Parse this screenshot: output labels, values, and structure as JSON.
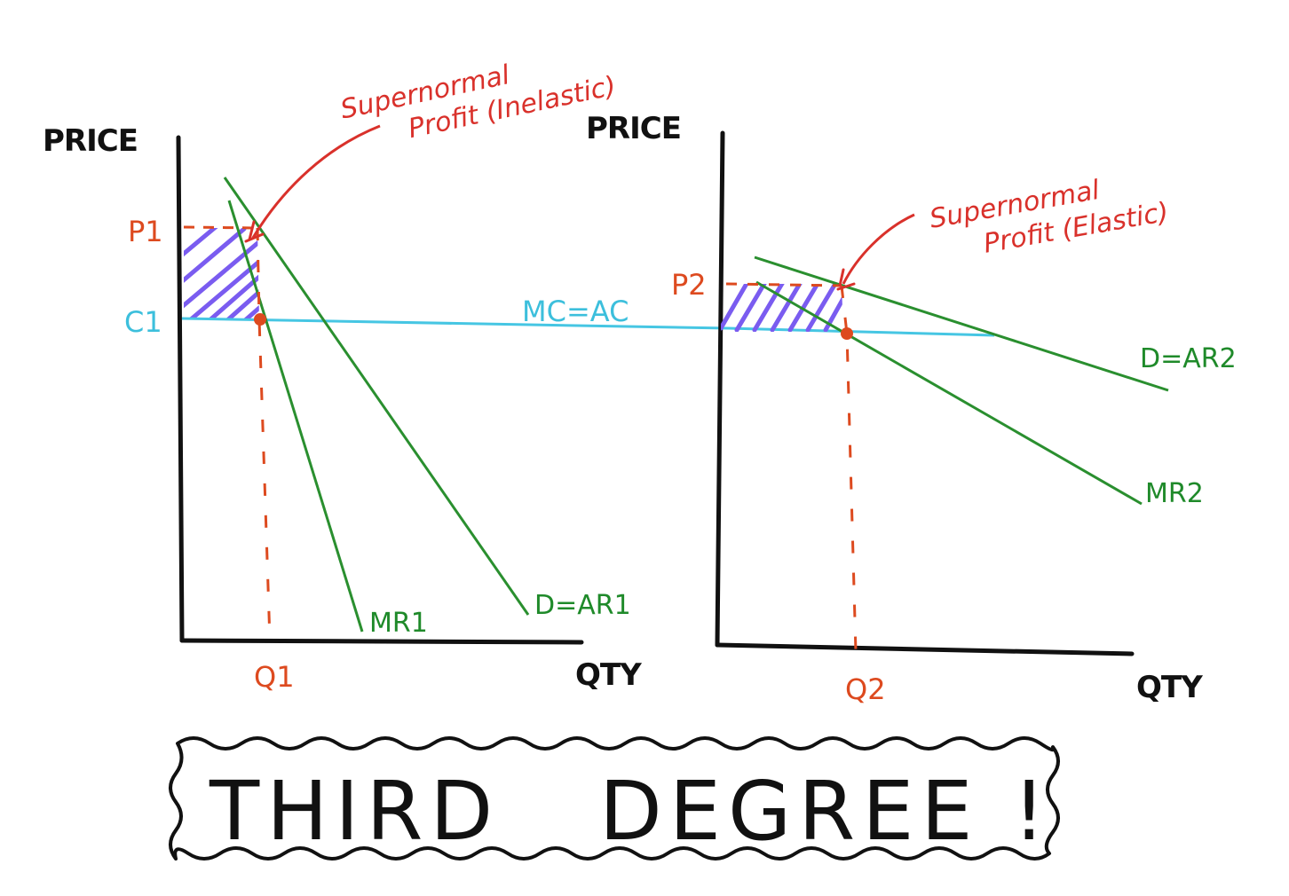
{
  "colors": {
    "axis": "#111111",
    "curve": "#2a8f2f",
    "cost": "#46c6e3",
    "price_marker": "#dd4a1f",
    "annotation": "#d9312b",
    "profit_hatch": "#7a5cf0"
  },
  "left_graph": {
    "y_axis_label": "PRICE",
    "x_axis_label": "QTY",
    "price_label": "P1",
    "cost_label": "C1",
    "quantity_label": "Q1",
    "demand_label": "D=AR1",
    "mr_label": "MR1",
    "annotation_line1": "Supernormal",
    "annotation_line2": "Profit (Inelastic)"
  },
  "right_graph": {
    "y_axis_label": "PRICE",
    "x_axis_label": "QTY",
    "price_label": "P2",
    "quantity_label": "Q2",
    "demand_label": "D=AR2",
    "mr_label": "MR2",
    "annotation_line1": "Supernormal",
    "annotation_line2": "Profit (Elastic)"
  },
  "shared": {
    "cost_curve_label": "MC=AC"
  },
  "banner": {
    "text": "THIRD   DEGREE !"
  }
}
